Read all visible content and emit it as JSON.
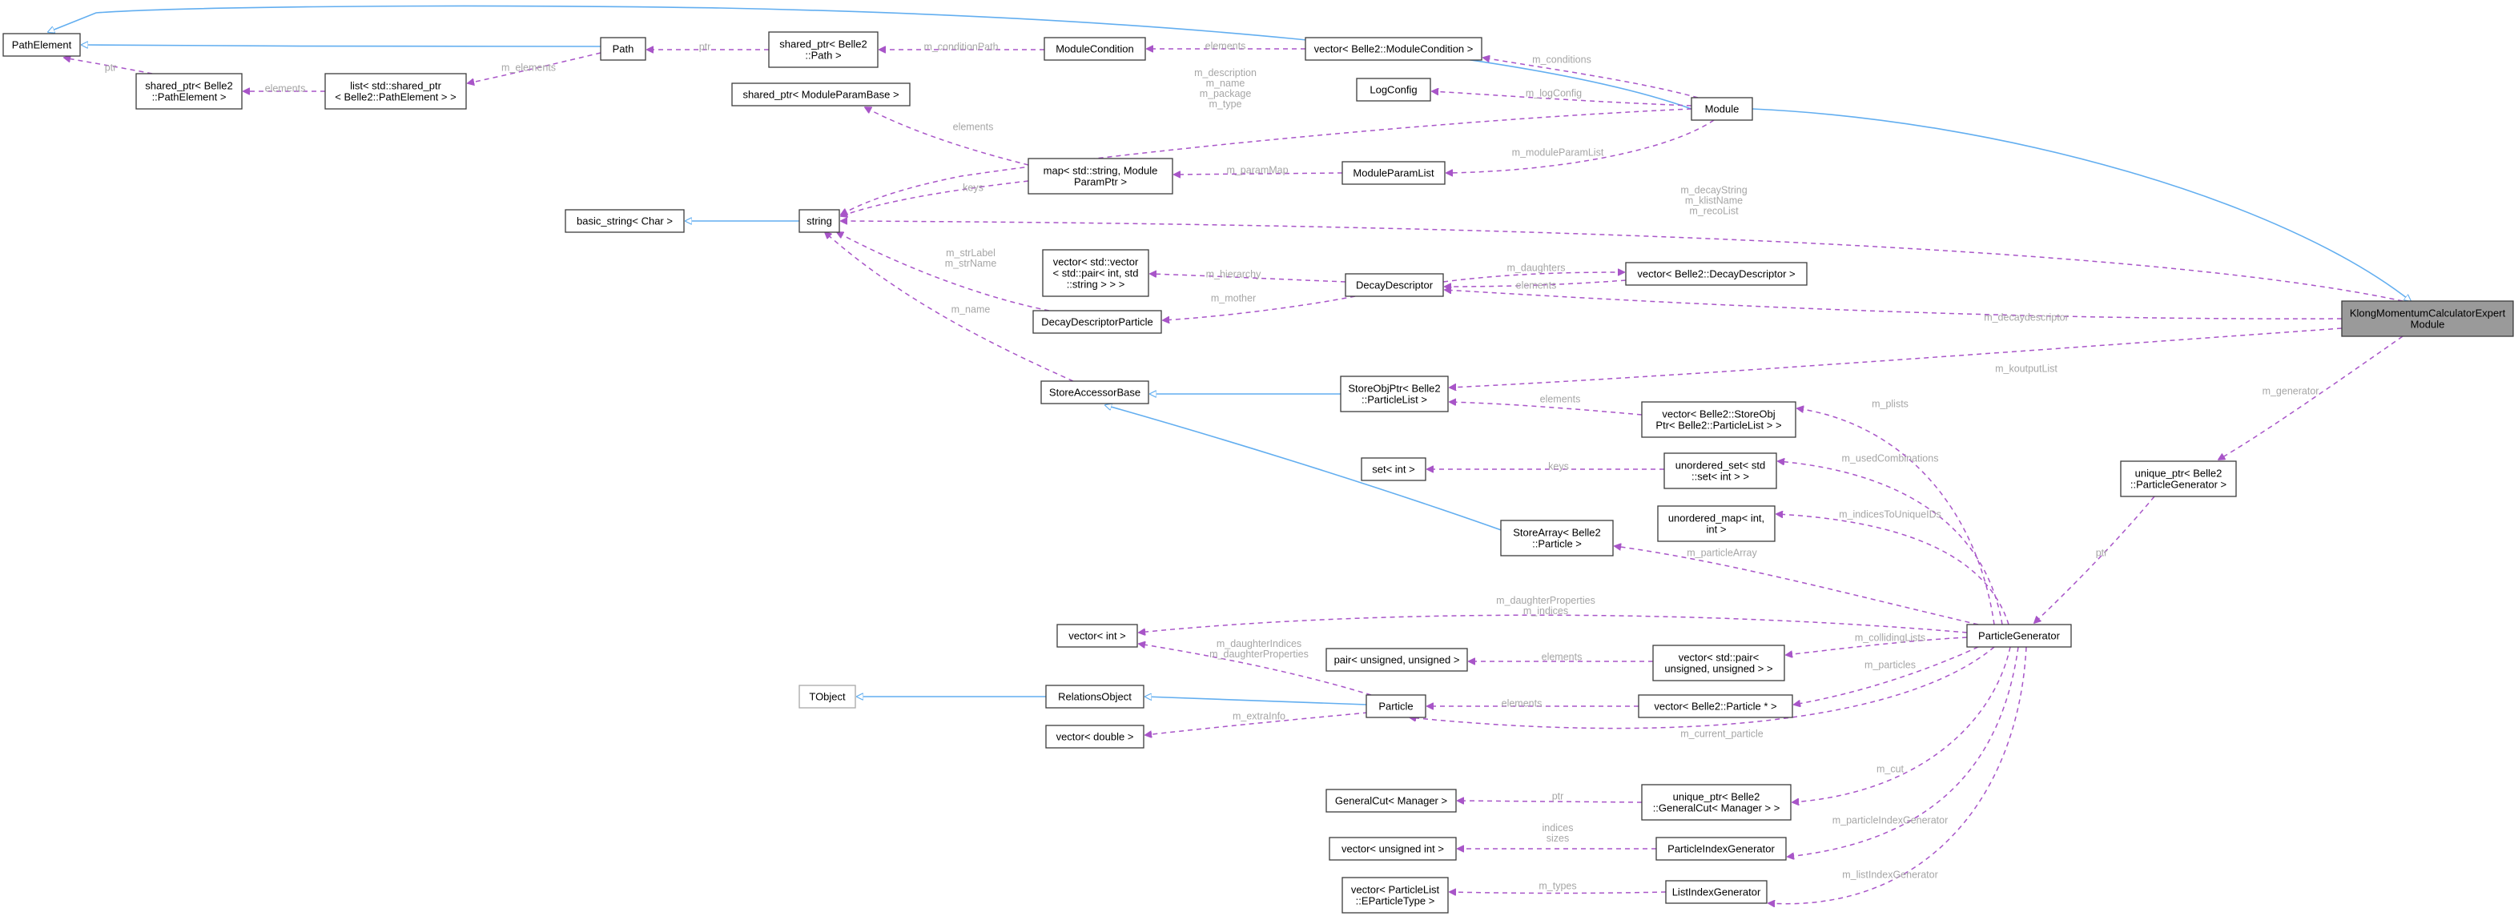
{
  "nodes": {
    "path_element": [
      "PathElement"
    ],
    "path": [
      "Path"
    ],
    "shared_ptr_path": [
      "shared_ptr< Belle2",
      "::Path >"
    ],
    "module_condition": [
      "ModuleCondition"
    ],
    "vector_module_condition": [
      "vector< Belle2::ModuleCondition >"
    ],
    "shared_ptr_path_element": [
      "shared_ptr< Belle2",
      "::PathElement >"
    ],
    "list_shared_ptr": [
      "list< std::shared_ptr",
      "< Belle2::PathElement > >"
    ],
    "log_config": [
      "LogConfig"
    ],
    "module": [
      "Module"
    ],
    "shared_ptr_module_param_base": [
      "shared_ptr< ModuleParamBase >"
    ],
    "map_string_module_param_ptr": [
      "map< std::string, Module",
      "ParamPtr >"
    ],
    "module_param_list": [
      "ModuleParamList"
    ],
    "basic_string": [
      "basic_string< Char >"
    ],
    "string": [
      "string"
    ],
    "vector_vector_pair": [
      "vector< std::vector",
      "< std::pair< int, std",
      "::string > > >"
    ],
    "decay_descriptor": [
      "DecayDescriptor"
    ],
    "vector_decay_descriptor": [
      "vector< Belle2::DecayDescriptor >"
    ],
    "decay_descriptor_particle": [
      "DecayDescriptorParticle"
    ],
    "klong_module": [
      "KlongMomentumCalculatorExpert",
      "Module"
    ],
    "store_accessor_base": [
      "StoreAccessorBase"
    ],
    "store_obj_ptr_particle_list": [
      "StoreObjPtr< Belle2",
      "::ParticleList >"
    ],
    "vector_store_obj_ptr": [
      "vector< Belle2::StoreObj",
      "Ptr< Belle2::ParticleList > >"
    ],
    "set_int": [
      "set< int >"
    ],
    "unordered_set": [
      "unordered_set< std",
      "::set< int > >"
    ],
    "unique_ptr_particle_generator": [
      "unique_ptr< Belle2",
      "::ParticleGenerator >"
    ],
    "unordered_map": [
      "unordered_map< int,",
      "int >"
    ],
    "store_array_particle": [
      "StoreArray< Belle2",
      "::Particle >"
    ],
    "vector_int": [
      "vector< int >"
    ],
    "particle_generator": [
      "ParticleGenerator"
    ],
    "pair_unsigned": [
      "pair< unsigned, unsigned >"
    ],
    "vector_pair_unsigned": [
      "vector< std::pair<",
      "unsigned, unsigned > >"
    ],
    "tobject": [
      "TObject"
    ],
    "relations_object": [
      "RelationsObject"
    ],
    "particle": [
      "Particle"
    ],
    "vector_particle_ptr": [
      "vector< Belle2::Particle * >"
    ],
    "vector_double": [
      "vector< double >"
    ],
    "general_cut_manager": [
      "GeneralCut< Manager >"
    ],
    "unique_ptr_general_cut": [
      "unique_ptr< Belle2",
      "::GeneralCut< Manager > >"
    ],
    "vector_unsigned_int": [
      "vector< unsigned int >"
    ],
    "particle_index_generator": [
      "ParticleIndexGenerator"
    ],
    "vector_eparticle_type": [
      "vector< ParticleList",
      "::EParticleType >"
    ],
    "list_index_generator": [
      "ListIndexGenerator"
    ]
  },
  "edge_labels": {
    "ptr_path": [
      "ptr"
    ],
    "m_elements_path": [
      "m_elements"
    ],
    "ptr_path_element": [
      "ptr"
    ],
    "elements_list": [
      "elements"
    ],
    "m_condition_path": [
      "m_conditionPath"
    ],
    "elements_condition": [
      "elements"
    ],
    "m_conditions": [
      "m_conditions"
    ],
    "m_log_config": [
      "m_logConfig"
    ],
    "module_strings": [
      "m_description",
      "m_name",
      "m_package",
      "m_type"
    ],
    "elements_map": [
      "elements"
    ],
    "keys_map": [
      "keys"
    ],
    "m_param_map": [
      "m_paramMap"
    ],
    "m_module_param_list": [
      "m_moduleParamList"
    ],
    "klong_strings": [
      "m_decayString",
      "m_klistName",
      "m_recoList"
    ],
    "m_hierarchy": [
      "m_hierarchy"
    ],
    "m_daughters": [
      "m_daughters"
    ],
    "elements_decay": [
      "elements"
    ],
    "m_mother": [
      "m_mother"
    ],
    "ddp_strings": [
      "m_strLabel",
      "m_strName"
    ],
    "m_name_sab": [
      "m_name"
    ],
    "m_decaydescriptor": [
      "m_decaydescriptor"
    ],
    "m_koutput_list": [
      "m_koutputList"
    ],
    "m_generator": [
      "m_generator"
    ],
    "elements_store_obj": [
      "elements"
    ],
    "m_plists": [
      "m_plists"
    ],
    "keys_set": [
      "keys"
    ],
    "m_used_combinations": [
      "m_usedCombinations"
    ],
    "m_indices_to_unique_ids": [
      "m_indicesToUniqueIDs"
    ],
    "ptr_generator": [
      "ptr"
    ],
    "m_particle_array": [
      "m_particleArray"
    ],
    "pg_vector_int": [
      "m_daughterProperties",
      "m_indices"
    ],
    "particle_vector_int": [
      "m_daughterIndices",
      "m_daughterProperties"
    ],
    "elements_pair": [
      "elements"
    ],
    "m_colliding_lists": [
      "m_collidingLists"
    ],
    "m_particles": [
      "m_particles"
    ],
    "elements_particle": [
      "elements"
    ],
    "m_extra_info": [
      "m_extraInfo"
    ],
    "m_current_particle": [
      "m_current_particle"
    ],
    "ptr_general_cut": [
      "ptr"
    ],
    "m_cut": [
      "m_cut"
    ],
    "indices_sizes": [
      "indices",
      "sizes"
    ],
    "m_particle_index_generator": [
      "m_particleIndexGenerator"
    ],
    "m_types": [
      "m_types"
    ],
    "m_list_index_generator": [
      "m_listIndexGenerator"
    ]
  },
  "colors": {
    "inheritance_edge": "#62aef0",
    "usage_edge": "#a855c8",
    "edge_label": "#a6a6a6",
    "focus_node_fill": "#9a9a9a"
  }
}
